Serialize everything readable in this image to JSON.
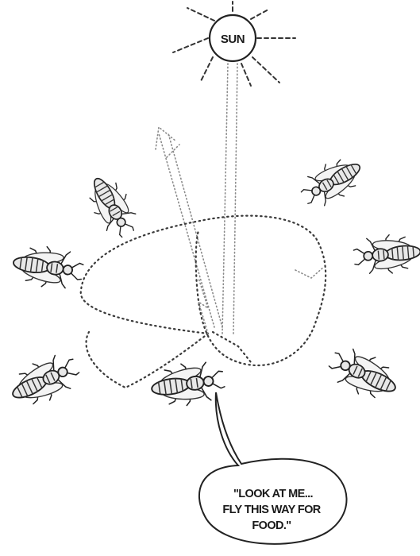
{
  "sun": {
    "label": "SUN"
  },
  "speech_bubble": {
    "lines": [
      "\"LOOK AT ME...",
      "FLY THIS WAY FOR",
      "FOOD.\""
    ]
  },
  "bees": [
    {
      "id": "bee-upper-left"
    },
    {
      "id": "bee-upper-right"
    },
    {
      "id": "bee-mid-left"
    },
    {
      "id": "bee-mid-right"
    },
    {
      "id": "bee-lower-left"
    },
    {
      "id": "bee-lower-right"
    },
    {
      "id": "bee-dancer"
    }
  ],
  "colors": {
    "ink": "#222222",
    "background": "#ffffff"
  }
}
